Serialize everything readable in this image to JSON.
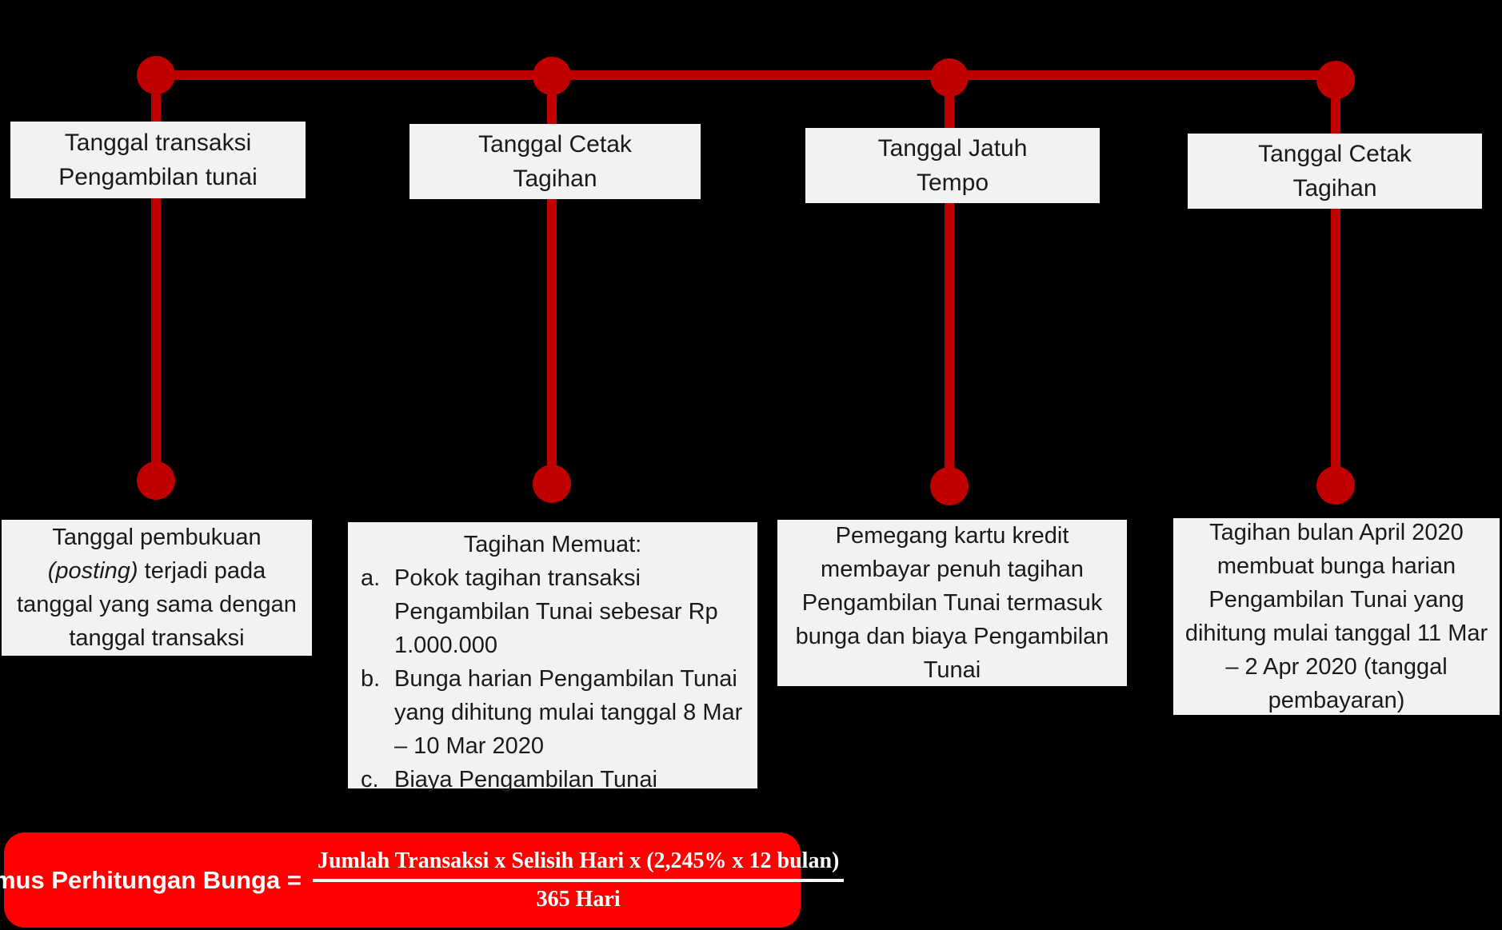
{
  "diagram": {
    "colors": {
      "background": "#000000",
      "timeline_red": "#C00000",
      "note_box_bg": "#F2F2F2",
      "note_text": "#1A1A1A",
      "formula_bg": "#FF0000",
      "formula_text": "#FFFFFF"
    },
    "top_labels": [
      {
        "line1": "Tanggal transaksi",
        "line2": "Pengambilan tunai"
      },
      {
        "line1": "Tanggal Cetak",
        "line2": "Tagihan"
      },
      {
        "line1": "Tanggal Jatuh",
        "line2": "Tempo"
      },
      {
        "line1": "Tanggal Cetak",
        "line2": "Tagihan"
      }
    ],
    "notes": {
      "posting": {
        "pre": "Tanggal pembukuan ",
        "italic": "(posting)",
        "post": " terjadi pada tanggal yang sama dengan tanggal transaksi"
      },
      "bill": {
        "title": "Tagihan Memuat:",
        "items": [
          {
            "marker": "a.",
            "text": "Pokok tagihan transaksi Pengambilan Tunai sebesar Rp 1.000.000"
          },
          {
            "marker": "b.",
            "text": "Bunga harian Pengambilan Tunai yang dihitung mulai tanggal 8 Mar – 10 Mar 2020"
          },
          {
            "marker": "c.",
            "text": "Biaya Pengambilan Tunai"
          }
        ]
      },
      "due_payment": {
        "text": "Pemegang kartu kredit membayar penuh tagihan Pengambilan Tunai termasuk bunga dan biaya Pengambilan Tunai"
      },
      "april_bill": {
        "text": "Tagihan bulan April 2020 membuat bunga harian Pengambilan Tunai yang dihitung mulai tanggal 11 Mar – 2 Apr 2020 (tanggal pembayaran)"
      }
    },
    "formula": {
      "label": "Rumus Perhitungan Bunga =",
      "numerator": "Jumlah Transaksi x Selisih Hari x (2,245% x 12 bulan)",
      "denominator": "365 Hari"
    }
  }
}
